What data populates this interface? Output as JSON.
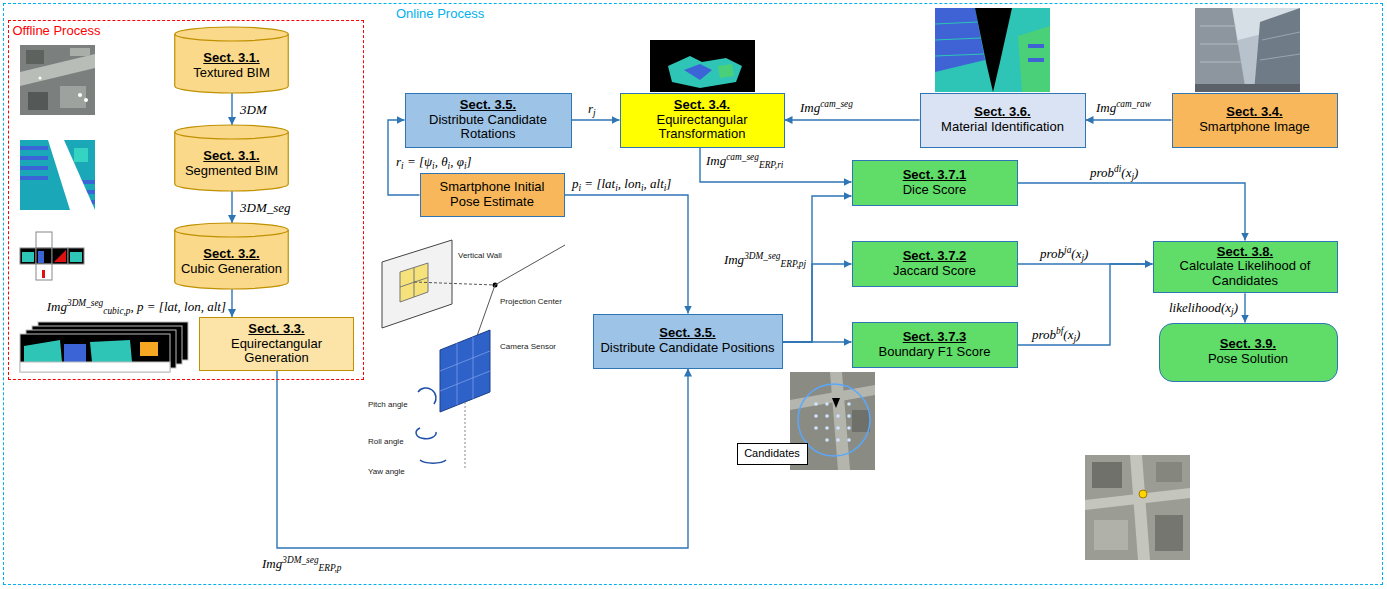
{
  "diagram": {
    "nodes": [
      {
        "text": [
          "Online Process"
        ]
      },
      {
        "text": [
          "Offline Process"
        ],
        "in": 0
      },
      {
        "text": [
          "Sect. 3.1.",
          "Textured BIM"
        ],
        "in": 1
      },
      {
        "text": [
          "Sect. 3.1.",
          "Segmented BIM"
        ],
        "in": 1
      },
      {
        "text": [
          "Sect. 3.2.",
          "Cubic Generation"
        ],
        "in": 1
      },
      {
        "text": [
          "Sect. 3.3.",
          "Equirectangular Generation"
        ],
        "in": 1
      },
      {
        "text": [
          "Sect. 3.5.",
          "Distribute Candidate Rotations"
        ],
        "in": 0
      },
      {
        "text": [
          "Sect. 3.4.",
          "Equirectangular Transformation"
        ],
        "in": 0
      },
      {
        "text": [
          "Sect. 3.6.",
          "Material Identification"
        ],
        "in": 0
      },
      {
        "text": [
          "Sect. 3.4.",
          "Smartphone Image"
        ],
        "in": 0
      },
      {
        "text": [
          "Smartphone Initial Pose Estimate"
        ],
        "in": 0
      },
      {
        "text": [
          "Sect. 3.7.1",
          "Dice Score"
        ],
        "in": 0
      },
      {
        "text": [
          "Sect. 3.7.2",
          "Jaccard Score"
        ],
        "in": 0
      },
      {
        "text": [
          "Sect. 3.8.",
          "Calculate Likelihood of Candidates"
        ],
        "in": 0
      },
      {
        "text": [
          "Sect. 3.7.3",
          "Boundary F1 Score"
        ],
        "in": 0
      },
      {
        "text": [
          "Sect. 3.5.",
          "Distribute Candidate Positions"
        ],
        "in": 0
      },
      {
        "text": [
          "Sect. 3.9.",
          "Pose Solution"
        ],
        "in": 0
      },
      {
        "text": [
          "Candidates"
        ],
        "in": 0
      }
    ],
    "edges": [
      {
        "from": 2,
        "to": 3,
        "label": "3DM",
        "arrow": "to"
      },
      {
        "from": 3,
        "to": 4,
        "label": "3DM_seg",
        "arrow": "to"
      },
      {
        "from": 4,
        "to": 5,
        "label": "Img3DM_segcubic,p, p = [lat, lon, alt]",
        "arrow": "to"
      },
      {
        "from": 5,
        "to": 15,
        "label": "Img3DM_segERP,p",
        "arrow": "to"
      },
      {
        "from": 10,
        "to": 6,
        "label": "ri = [ψi, θi, φi]",
        "arrow": "to"
      },
      {
        "from": 10,
        "to": 15,
        "label": "pi = [lati, loni, alti]",
        "arrow": "to"
      },
      {
        "from": 6,
        "to": 7,
        "label": "rj",
        "arrow": "to"
      },
      {
        "from": 9,
        "to": 8,
        "label": "Imgcam_raw",
        "arrow": "to"
      },
      {
        "from": 8,
        "to": 7,
        "label": "Imgcam_seg",
        "arrow": "to"
      },
      {
        "from": 7,
        "to": 11,
        "label": "Imgcam_segERP,ri",
        "arrow": "to"
      },
      {
        "from": 15,
        "to": 11,
        "arrow": "to"
      },
      {
        "from": 15,
        "to": 12,
        "label": "Img3DM_segERP,pj",
        "arrow": "to"
      },
      {
        "from": 15,
        "to": 14,
        "arrow": "to"
      },
      {
        "from": 11,
        "to": 13,
        "label": "probdi(xj)",
        "arrow": "to"
      },
      {
        "from": 12,
        "to": 13,
        "label": "probja(xj)",
        "arrow": "to"
      },
      {
        "from": 14,
        "to": 13,
        "label": "probbf(xj)",
        "arrow": "to"
      },
      {
        "from": 13,
        "to": 16,
        "label": "likelihood(xj)",
        "arrow": "to"
      }
    ],
    "labels": [
      "Vertical Wall",
      "Projection Center",
      "Camera Sensor",
      "Pitch angle",
      "Roll angle",
      "Yaw angle"
    ]
  }
}
